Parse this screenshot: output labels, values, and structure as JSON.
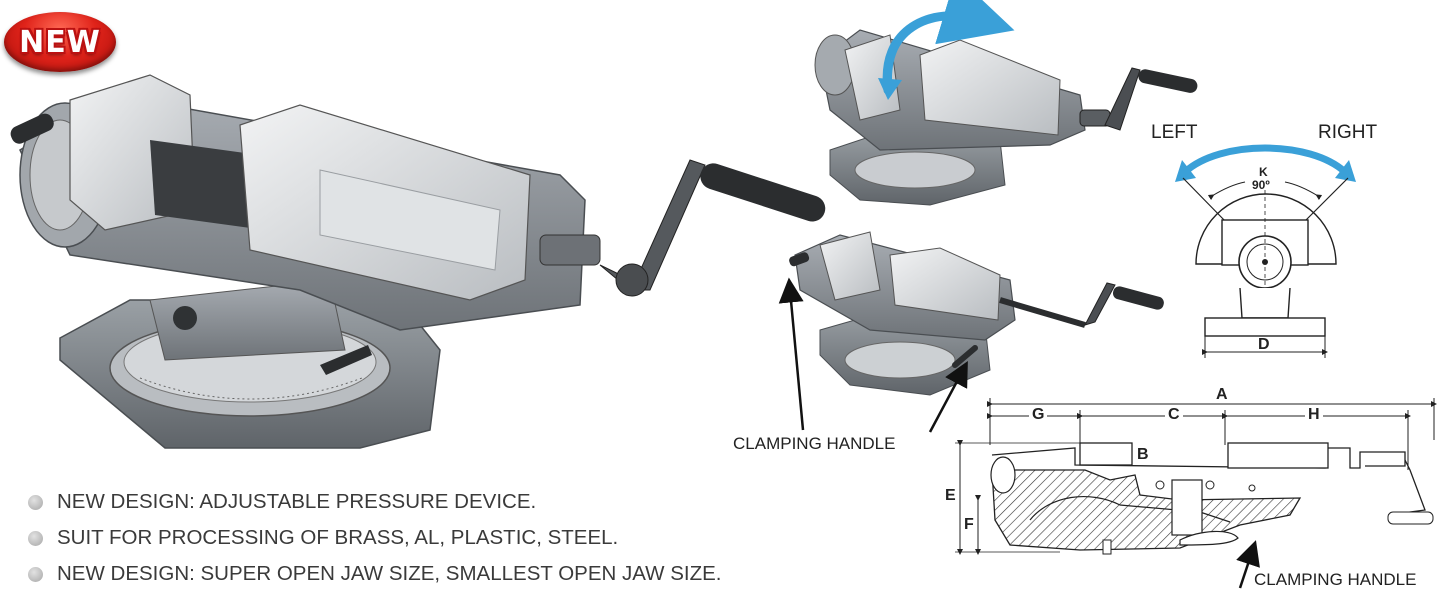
{
  "badge": {
    "text": "NEW"
  },
  "features": [
    "NEW DESIGN: ADJUSTABLE PRESSURE DEVICE.",
    "SUIT FOR PROCESSING OF BRASS, AL, PLASTIC, STEEL.",
    "NEW DESIGN: SUPER OPEN JAW SIZE, SMALLEST OPEN JAW SIZE."
  ],
  "labels": {
    "clamping_handle_top": "CLAMPING HANDLE",
    "clamping_handle_bottom": "CLAMPING HANDLE",
    "left": "LEFT",
    "right": "RIGHT",
    "k": "K",
    "angle": "90º"
  },
  "dimensions": {
    "a": "A",
    "b": "B",
    "c": "C",
    "d": "D",
    "e": "E",
    "f": "F",
    "g": "G",
    "h": "H"
  },
  "colors": {
    "badge_red": "#e0231a",
    "arrow_blue": "#3aa0d8",
    "vise_gray": "#8e9399",
    "bullet_gray": "#b8b8b8"
  }
}
